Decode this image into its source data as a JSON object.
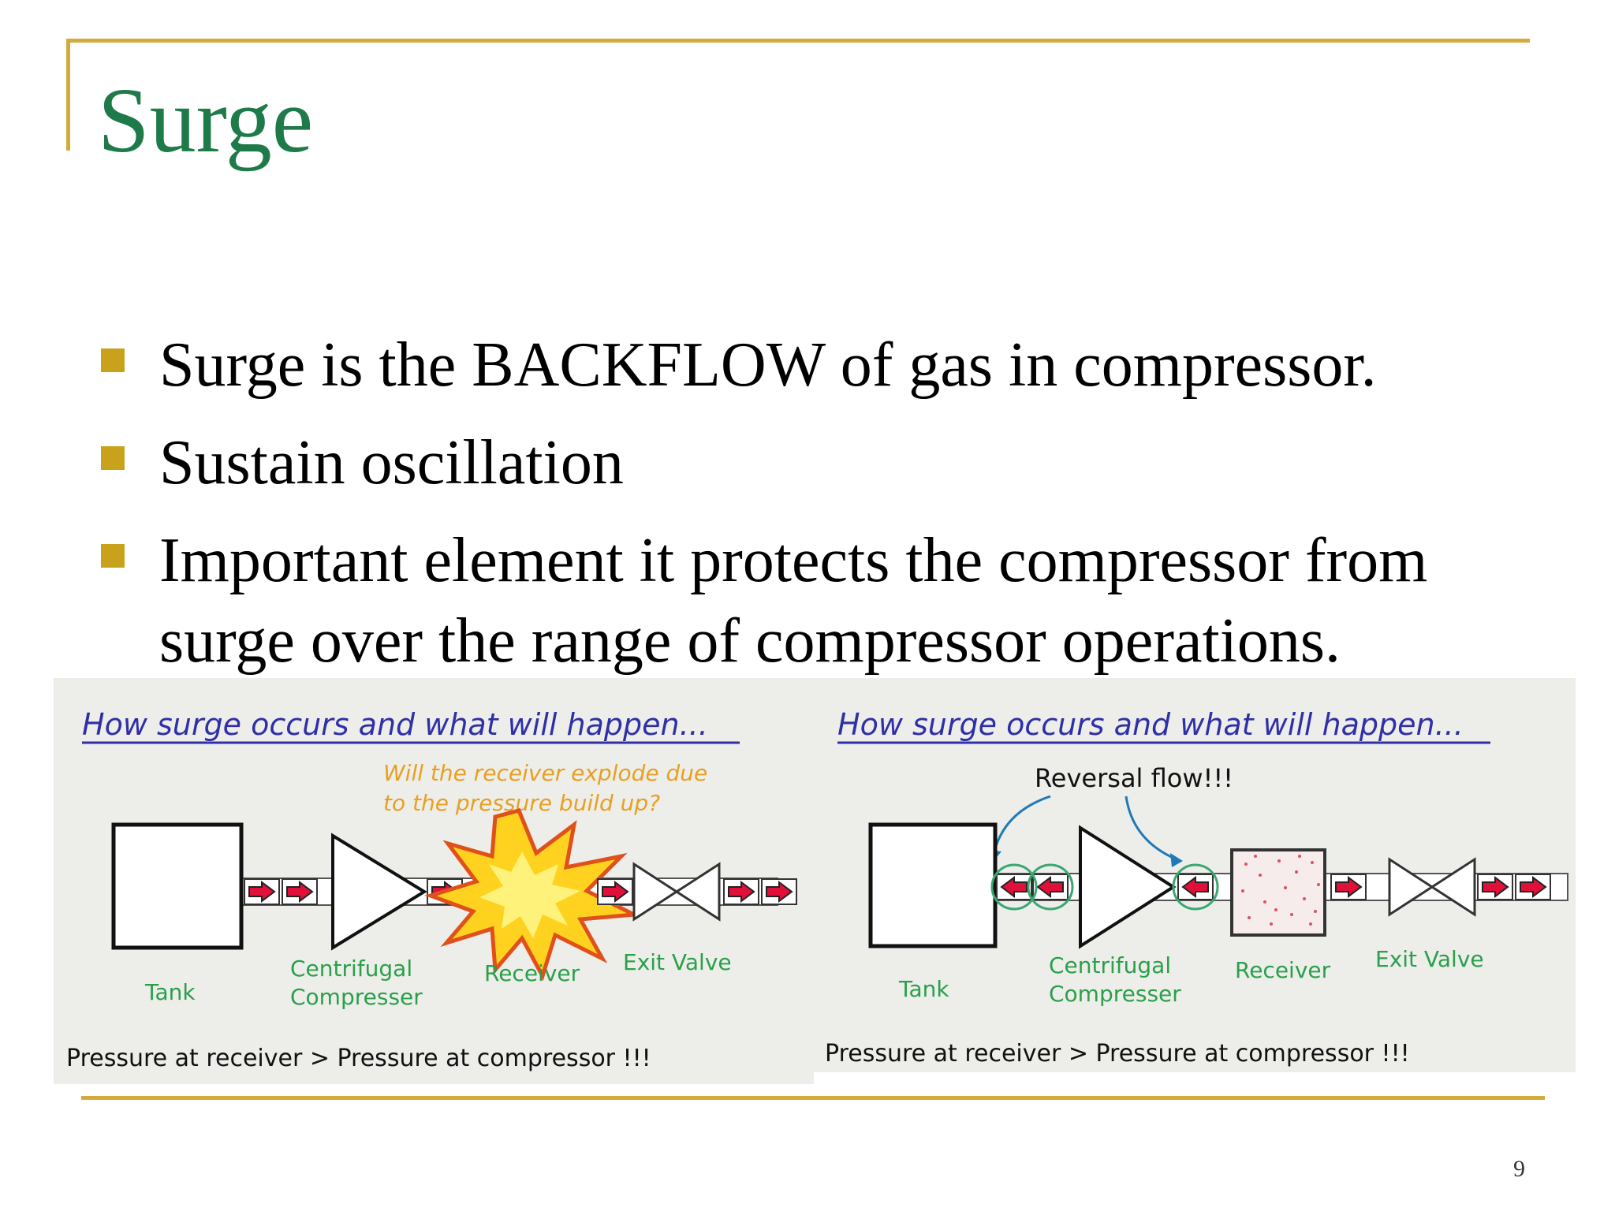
{
  "slide": {
    "title": "Surge",
    "page_number": "9",
    "colors": {
      "title": "#1f7a4a",
      "accent": "#d4aa3a",
      "bullet": "#c9a21b"
    }
  },
  "bullets": [
    "Surge is the BACKFLOW of gas in compressor.",
    "Sustain oscillation",
    "Important element it protects the compressor from surge over the range of compressor operations."
  ],
  "diagrams": {
    "left": {
      "heading": "How surge occurs and what will happen...",
      "callout_line1": "Will the receiver explode due",
      "callout_line2": "to the pressure build up?",
      "tank": "Tank",
      "compressor_line1": "Centrifugal",
      "compressor_line2": "Compresser",
      "receiver": "Receiver",
      "exit_valve": "Exit Valve",
      "footer": "Pressure at receiver > Pressure at compressor !!!"
    },
    "right": {
      "heading": "How surge occurs and what will happen...",
      "callout": "Reversal flow!!!",
      "tank": "Tank",
      "compressor_line1": "Centrifugal",
      "compressor_line2": "Compresser",
      "receiver": "Receiver",
      "exit_valve": "Exit Valve",
      "footer": "Pressure at receiver > Pressure at compressor !!!"
    }
  }
}
